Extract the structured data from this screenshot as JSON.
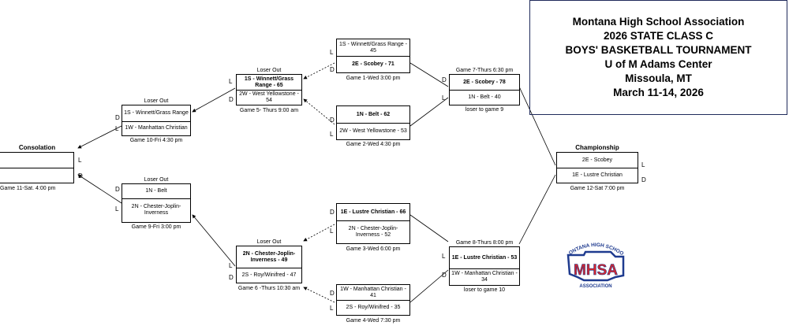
{
  "title_lines": [
    "Montana High School Association",
    "2026 STATE CLASS C",
    "BOYS' BASKETBALL TOURNAMENT",
    "U of M Adams Center",
    "Missoula, MT",
    "March 11-14, 2026"
  ],
  "g1": {
    "team1": "1S - Winnett/Grass Range - 45",
    "team2": "2E - Scobey - 71",
    "caption": "Game 1-Wed 3:00 pm"
  },
  "g2": {
    "team1": "1N - Belt - 62",
    "team2": "2W - West Yellowstone - 53",
    "caption": "Game 2-Wed 4:30 pm"
  },
  "g3": {
    "team1": "1E - Lustre Christian - 66",
    "team2": "2N - Chester-Joplin-Inverness - 52",
    "caption": "Game 3-Wed 6:00 pm"
  },
  "g4": {
    "team1": "1W - Manhattan Christian - 41",
    "team2": "2S - Roy/Winifred - 35",
    "caption": "Game 4-Wed 7:30 pm"
  },
  "g5": {
    "header": "Loser Out",
    "team1": "1S - Winnett/Grass Range - 65",
    "team2": "2W - West Yellowstone - 54",
    "caption": "Game 5- Thurs 9:00 am"
  },
  "g6": {
    "header": "Loser Out",
    "team1": "2N - Chester-Joplin-Inverness - 49",
    "team2": "2S - Roy/Winifred - 47",
    "caption": "Game 6 -Thurs 10:30 am"
  },
  "g7": {
    "header": "Game 7-Thurs 6:30 pm",
    "team1": "2E - Scobey - 78",
    "team2": "1N - Belt - 40",
    "caption": "loser to game 9"
  },
  "g8": {
    "header": "Game 8-Thurs 8:00 pm",
    "team1": "1E - Lustre Christian - 53",
    "team2": "1W - Manhattan Christian - 34",
    "caption": "loser to game 10"
  },
  "g9": {
    "header": "Loser Out",
    "team1": "1N - Belt",
    "team2": "2N - Chester-Joplin-Inverness",
    "caption": "Game 9-Fri 3:00 pm"
  },
  "g10": {
    "header": "Loser Out",
    "team1": "1S - Winnett/Grass Range",
    "team2": "1W - Manhattan Christian",
    "caption": "Game 10-Fri 4:30 pm"
  },
  "g11": {
    "header": "Consolation",
    "team1": "",
    "team2": "",
    "caption": "Game 11-Sat. 4:00 pm"
  },
  "g12": {
    "header": "Championship",
    "team1": "2E - Scobey",
    "team2": "1E - Lustre Christian",
    "caption": "Game 12-Sat 7:00 pm"
  },
  "side": {
    "L": "L",
    "D": "D"
  },
  "logo": {
    "arc_text": "MONTANA HIGH SCHOOL",
    "letters": "MHSA",
    "bottom_text": "ASSOCIATION",
    "red": "#d7262c",
    "blue": "#1f3b8f"
  }
}
